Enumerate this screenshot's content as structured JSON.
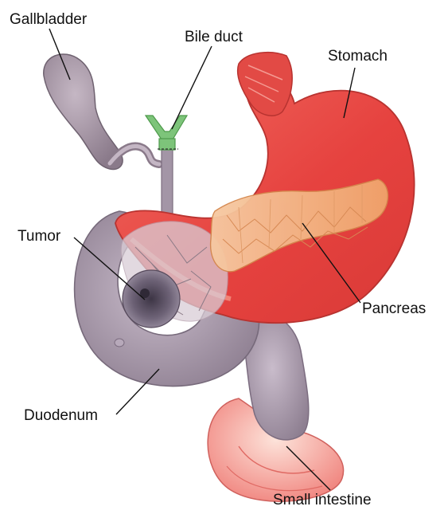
{
  "labels": {
    "gallbladder": "Gallbladder",
    "bile_duct": "Bile duct",
    "stomach": "Stomach",
    "tumor": "Tumor",
    "pancreas": "Pancreas",
    "duodenum": "Duodenum",
    "small_intestine": "Small intestine"
  },
  "colors": {
    "stomach": "#e84a4a",
    "stomach_light": "#f7a08f",
    "pancreas": "#f3b27a",
    "duodenum": "#a898ab",
    "gallbladder": "#9c8c9c",
    "bile_duct_green": "#7dc47a",
    "tumor": "#5f5566",
    "intestine": "#f28a84"
  }
}
